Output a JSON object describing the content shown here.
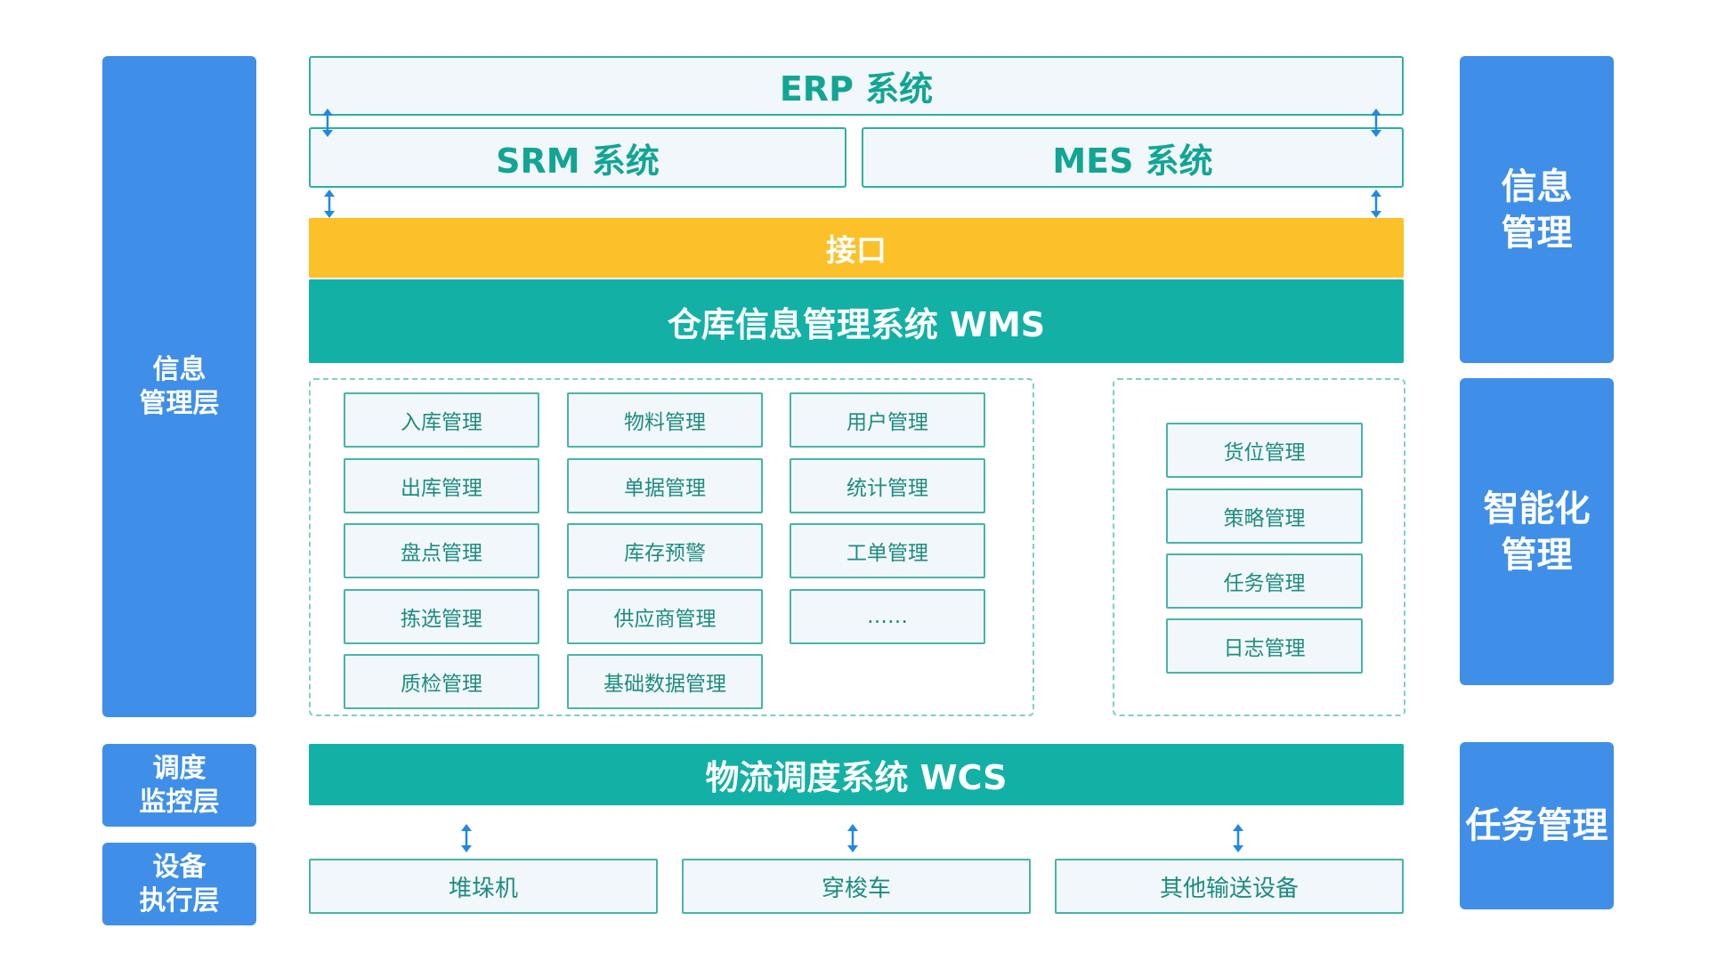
{
  "left_labels": [
    {
      "lines": [
        "信息",
        "管理层"
      ]
    },
    {
      "lines": [
        "调度",
        "监控层"
      ]
    },
    {
      "lines": [
        "设备",
        "执行层"
      ]
    }
  ],
  "right_labels": [
    {
      "lines": [
        "信息",
        "管理"
      ]
    },
    {
      "lines": [
        "智能化",
        "管理"
      ]
    },
    {
      "lines": [
        "任务管理"
      ]
    }
  ],
  "systems": {
    "erp": "ERP 系统",
    "srm": "SRM 系统",
    "mes": "MES 系统",
    "interface": "接口",
    "wms": "仓库信息管理系统 WMS",
    "wcs": "物流调度系统 WCS"
  },
  "wms_modules": {
    "col1": [
      "入库管理",
      "出库管理",
      "盘点管理",
      "拣选管理",
      "质检管理"
    ],
    "col2": [
      "物料管理",
      "单据管理",
      "库存预警",
      "供应商管理",
      "基础数据管理"
    ],
    "col3": [
      "用户管理",
      "统计管理",
      "工单管理",
      "……"
    ]
  },
  "smart_modules": [
    "货位管理",
    "策略管理",
    "任务管理",
    "日志管理"
  ],
  "devices": [
    "堆垛机",
    "穿梭车",
    "其他输送设备"
  ],
  "colors": {
    "side_blue": "#3f8fe9",
    "teal": "#13b0a6",
    "interface_yellow": "#fcc128",
    "box_bg": "#f2f7fb",
    "arrow_blue": "#1f88e5"
  }
}
